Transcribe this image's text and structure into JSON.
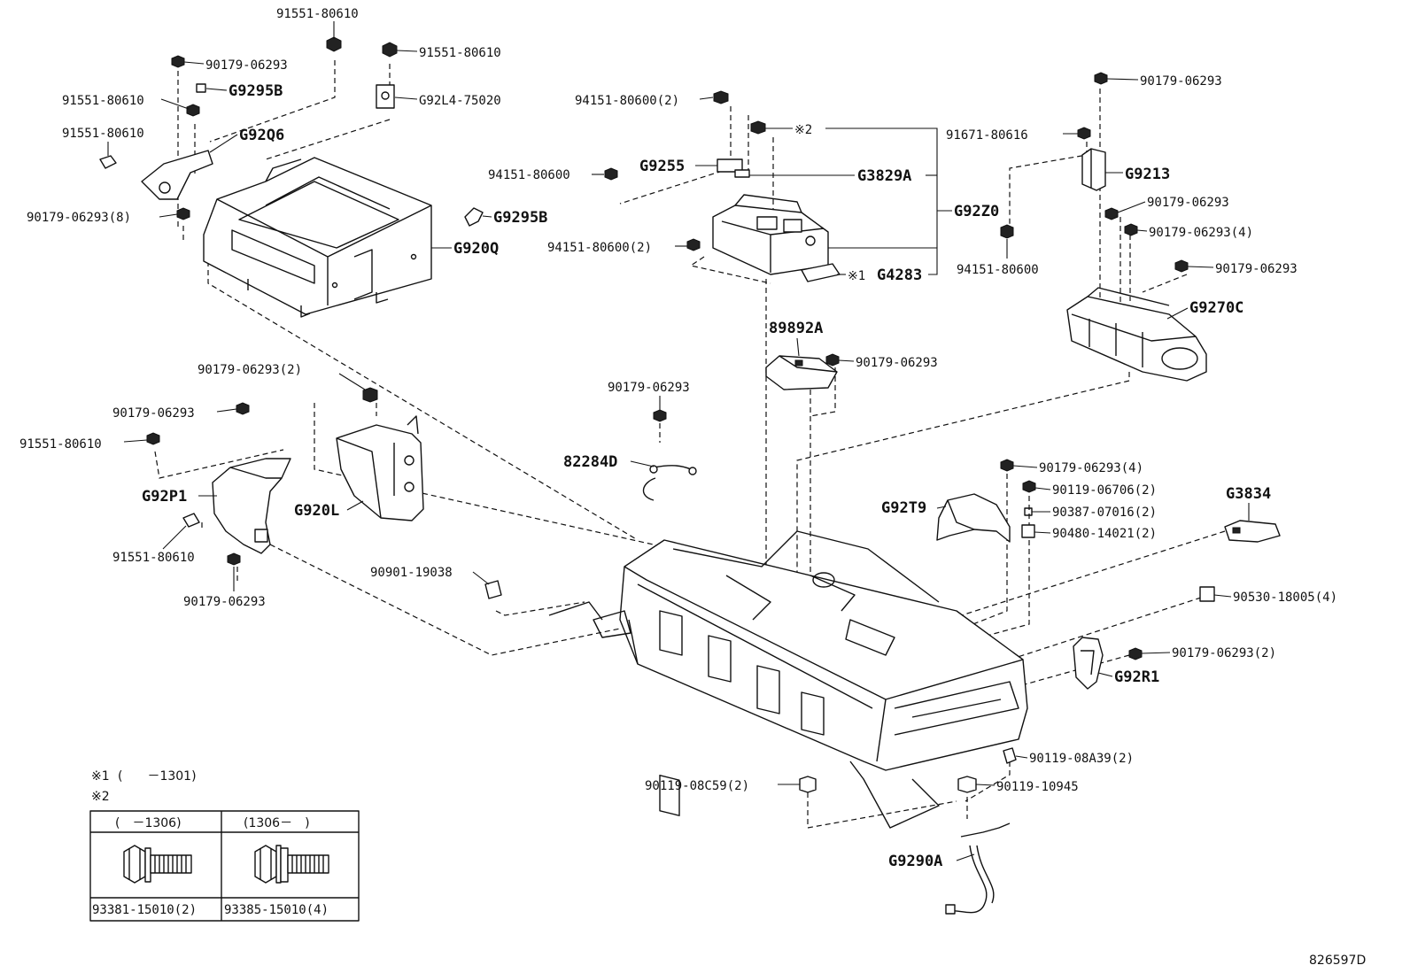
{
  "figure_number": "826597D",
  "callouts": {
    "c1": "91551-80610",
    "c2": "90179-06293",
    "c3": "91551-80610",
    "c4": "G9295B",
    "c5": "91551-80610",
    "c6": "G92L4-75020",
    "c7": "91551-80610",
    "c8": "G92Q6",
    "c9": "90179-06293(8)",
    "c10": "G9295B",
    "c11": "G920Q",
    "c12": "94151-80600(2)",
    "c13": "※2",
    "c14": "G9255",
    "c15": "94151-80600",
    "c16": "G3829A",
    "c17": "G92Z0",
    "c18": "94151-80600(2)",
    "c19": "※1",
    "c20": "G4283",
    "c21": "90179-06293",
    "c22": "91671-80616",
    "c23": "G9213",
    "c24": "90179-06293",
    "c25": "90179-06293(4)",
    "c26": "94151-80600",
    "c27": "90179-06293",
    "c28": "G9270C",
    "c29": "89892A",
    "c30": "90179-06293",
    "c31": "90179-06293(2)",
    "c32": "90179-06293",
    "c33": "91551-80610",
    "c34": "G92P1",
    "c35": "G920L",
    "c36": "91551-80610",
    "c37": "90179-06293",
    "c38": "90179-06293",
    "c39": "82284D",
    "c40": "90901-19038",
    "c41": "90179-06293(4)",
    "c42": "G92T9",
    "c43": "90119-06706(2)",
    "c44": "90387-07016(2)",
    "c45": "90480-14021(2)",
    "c46": "G3834",
    "c47": "90530-18005(4)",
    "c48": "90179-06293(2)",
    "c49": "G92R1",
    "c50": "90119-08A39(2)",
    "c51": "90119-08C59(2)",
    "c52": "90119-10945",
    "c53": "G9290A"
  },
  "notes": {
    "n1_mark": "※1",
    "n1_text": "(　　－1301)",
    "n2_mark": "※2"
  },
  "bolt_table": {
    "col1_header": "(　－1306)",
    "col2_header": "(1306－　)",
    "col1_part": "93381-15010(2)",
    "col2_part": "93385-15010(4)"
  }
}
